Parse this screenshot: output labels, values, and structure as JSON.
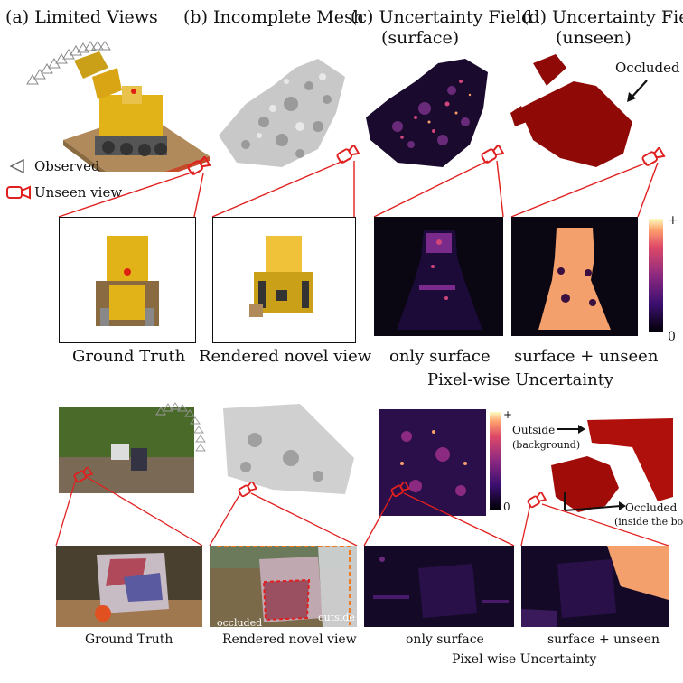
{
  "top": {
    "headers": {
      "a": "(a) Limited Views",
      "b": "(b) Incomplete Mesh",
      "c1": "(c) Uncertainty Field",
      "c2": "(surface)",
      "d1": "(d) Uncertainty Field",
      "d2": "(unseen)"
    },
    "legend": {
      "observed": "Observed",
      "unseen": "Unseen view"
    },
    "occluded_label": "Occluded",
    "captions": {
      "gt": "Ground Truth",
      "rendered": "Rendered novel view",
      "only_surface": "only surface",
      "surface_unseen": "surface + unseen",
      "pixelwise": "Pixel-wise Uncertainty"
    },
    "colorbar": {
      "max": "+",
      "min": "0"
    }
  },
  "bottom": {
    "labels": {
      "outside": "Outside",
      "background": "(background)",
      "occluded": "Occluded",
      "inside_box": "(inside the box)",
      "occluded_small": "occluded",
      "outside_small": "outside"
    },
    "captions": {
      "gt": "Ground Truth",
      "rendered": "Rendered novel view",
      "only_surface": "only surface",
      "surface_unseen": "surface + unseen",
      "pixelwise": "Pixel-wise Uncertainty"
    },
    "colorbar": {
      "max": "+",
      "min": "0"
    }
  },
  "colors": {
    "red": "#e0201f",
    "dark": "#0a0612",
    "magma_low": "#120a2a",
    "magma_mid": "#7a2a8a",
    "magma_high": "#f8a070",
    "occluded_red": "#8f0a06"
  }
}
